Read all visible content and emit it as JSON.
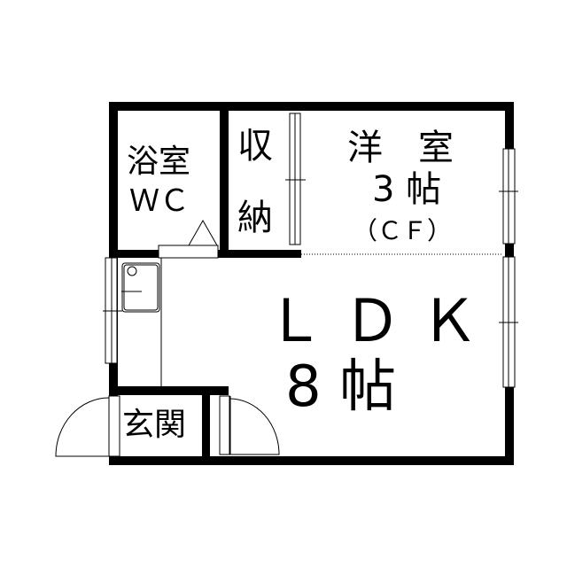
{
  "rooms": {
    "bath": {
      "line1": "浴室",
      "line2": "ＷＣ"
    },
    "storage": {
      "line1": "収",
      "line2": "納"
    },
    "western": {
      "name": "洋　室",
      "size": "3 帖",
      "note": "（ＣＦ）"
    },
    "ldk": {
      "name": "Ｌ Ｄ Ｋ",
      "size": "8 帖"
    },
    "entrance": {
      "name": "玄関"
    }
  },
  "colors": {
    "wall": "#000000",
    "background": "#ffffff"
  }
}
